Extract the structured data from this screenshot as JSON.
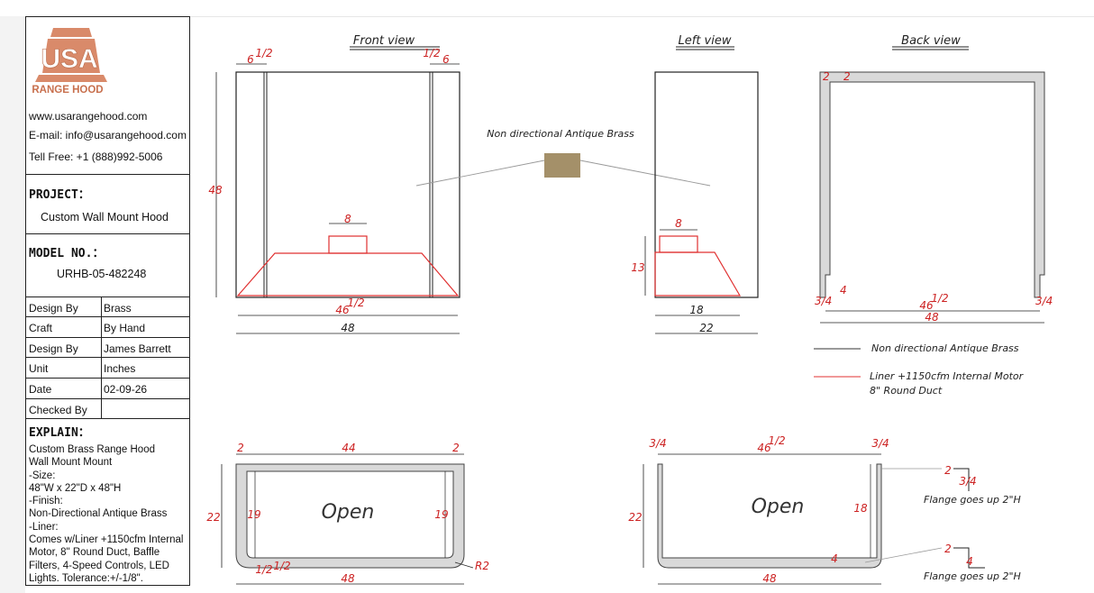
{
  "company": {
    "logo_text": "USA",
    "logo_subtitle": "RANGE HOOD",
    "website": "www.usarangehood.com",
    "email": "E-mail: info@usarangehood.com",
    "phone": "Tell Free: +1 (888)992-5006"
  },
  "project": {
    "label": "PROJECT：",
    "value": "Custom Wall Mount Hood"
  },
  "model": {
    "label": "MODEL NO.：",
    "value": "URHB-05-482248"
  },
  "info_rows": [
    {
      "label": "Design By",
      "value": "Brass"
    },
    {
      "label": "Craft",
      "value": "By Hand"
    },
    {
      "label": "Design By",
      "value": "James Barrett"
    },
    {
      "label": "Unit",
      "value": "Inches"
    },
    {
      "label": "Date",
      "value": "02-09-26"
    },
    {
      "label": "Checked By",
      "value": ""
    }
  ],
  "explain": {
    "label": "EXPLAIN：",
    "lines": [
      "Custom Brass Range Hood",
      "Wall Mount Mount",
      "-Size:",
      "48\"W x 22\"D x 48\"H",
      "-Finish:",
      "Non-Directional Antique Brass",
      "-Liner:",
      "Comes w/Liner +1150cfm Internal",
      "Motor, 8\" Round Duct, Baffle",
      "Filters, 4-Speed Controls, LED",
      "Lights. Tolerance:+/-1/8\"."
    ]
  },
  "views": {
    "front": "Front view",
    "left": "Left view",
    "back": "Back view"
  },
  "finish_callout": "Non directional Antique Brass",
  "legend": {
    "gray_line": "Non directional Antique Brass",
    "red_line_1": "Liner +1150cfm Internal Motor",
    "red_line_2": "8\" Round Duct"
  },
  "colors": {
    "liner_red": "#e03030",
    "outline": "#222222",
    "brass_swatch": "#9a8660"
  },
  "dims": {
    "front": {
      "side_left": "6",
      "half_left": "1/2",
      "half_right": "1/2",
      "side_right": "6",
      "height": "48",
      "duct": "8",
      "inner": "46",
      "inner_frac": "1/2",
      "width": "48"
    },
    "left": {
      "duct": "8",
      "liner_h": "13",
      "liner_w": "18",
      "depth": "22"
    },
    "back": {
      "top_a": "2",
      "top_b": "2",
      "notch": "4",
      "side_l": "3/4",
      "side_r": "3/4",
      "inner": "46",
      "inner_frac": "1/2",
      "width": "48"
    },
    "top_left": {
      "wall_l": "2",
      "span": "44",
      "wall_r": "2",
      "depth": "22",
      "inner_l": "19",
      "inner_r": "19",
      "bot_frac_a": "1/2",
      "bot_frac_b": "1/2",
      "radius": "R2",
      "width": "48",
      "label": "Open"
    },
    "top_right": {
      "wall_l": "3/4",
      "span": "46",
      "span_frac": "1/2",
      "wall_r": "3/4",
      "depth": "22",
      "inner": "18",
      "bottom": "4",
      "width": "48",
      "label": "Open"
    },
    "flange": {
      "top_w": "2",
      "top_t": "3/4",
      "bot_w": "2",
      "bot_t": "4",
      "note_top": "Flange goes up 2\"H",
      "note_bottom": "Flange goes up 2\"H"
    }
  }
}
